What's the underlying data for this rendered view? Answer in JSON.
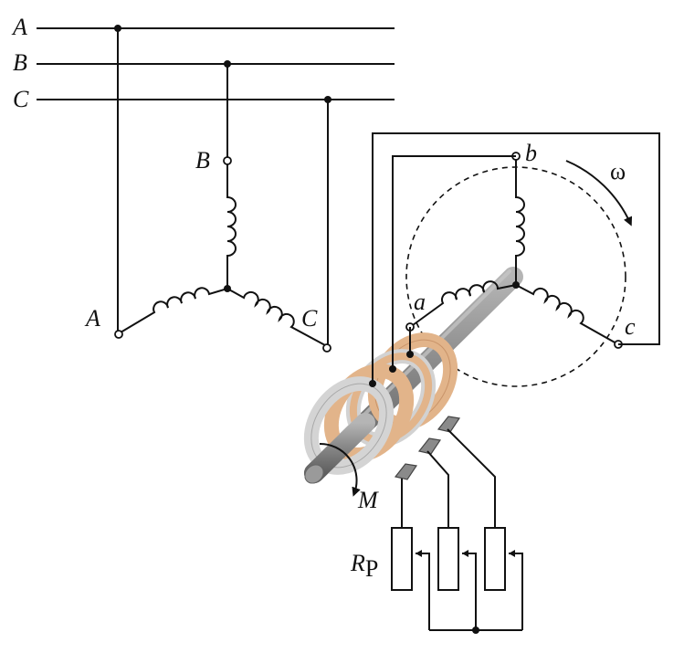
{
  "labels": {
    "line_a": "A",
    "line_b": "B",
    "line_c": "C",
    "stator_b": "B",
    "stator_a": "A",
    "stator_c": "C",
    "rotor_a": "a",
    "rotor_b": "b",
    "rotor_c": "c",
    "omega": "ω",
    "torque": "M",
    "resistor_main": "R",
    "resistor_sub": "P"
  },
  "colors": {
    "wire": "#111111",
    "shaft": "#8c8c8c",
    "ring_copper": "#e2b48a",
    "ring_gray": "#cfcfcf",
    "brush": "#777777"
  }
}
